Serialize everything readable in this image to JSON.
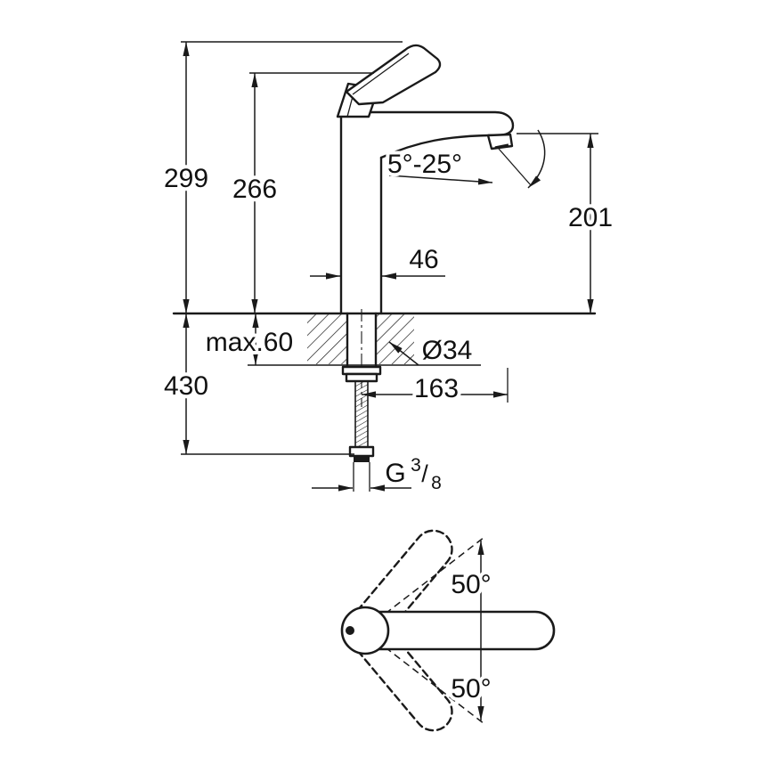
{
  "side_view": {
    "overall_height": "299",
    "handle_height": "266",
    "spout_angle_range": "5°-25°",
    "outlet_height": "201",
    "body_width": "46",
    "max_mounting_thickness": "max.60",
    "hole_diameter": "Ø34",
    "supply_length": "430",
    "spout_reach": "163",
    "thread": {
      "prefix": "G",
      "numerator": "3",
      "slash": "/",
      "denominator": "8"
    }
  },
  "top_view": {
    "swivel_upper": "50°",
    "swivel_lower": "50°"
  },
  "colors": {
    "line": "#1a1a1a",
    "background": "#ffffff"
  }
}
